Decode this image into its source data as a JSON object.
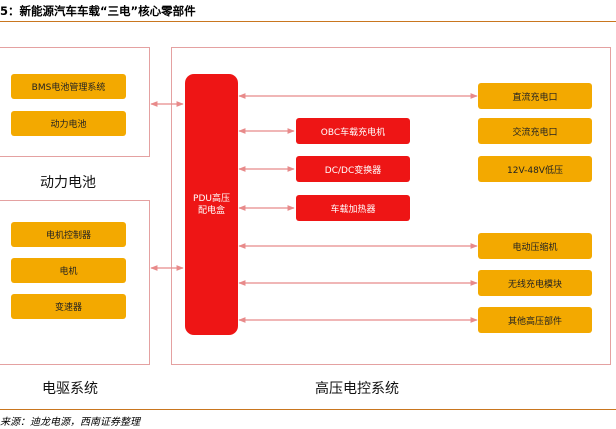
{
  "title": "5：新能源汽车车载“三电”核心零部件",
  "groups": {
    "battery": {
      "label": "动力电池",
      "items": [
        "BMS电池管理系统",
        "动力电池"
      ]
    },
    "drive": {
      "label": "电驱系统",
      "items": [
        "电机控制器",
        "电机",
        "变速器"
      ]
    },
    "hv": {
      "label": "高压电控系统"
    }
  },
  "pdu": {
    "line1": "PDU高压",
    "line2": "配电盒"
  },
  "middle_items": [
    "OBC车载充电机",
    "DC/DC变换器",
    "车载加热器"
  ],
  "right_items": [
    "直流充电口",
    "交流充电口",
    "12V-48V低压",
    "电动压缩机",
    "无线充电模块",
    "其他高压部件"
  ],
  "source": "来源：迪龙电源，西南证券整理",
  "colors": {
    "yellow": "#f3a900",
    "red": "#ee1515",
    "panel_border": "#e4a1a1",
    "rule": "#c9761f",
    "arrow": "#e88a8a"
  }
}
